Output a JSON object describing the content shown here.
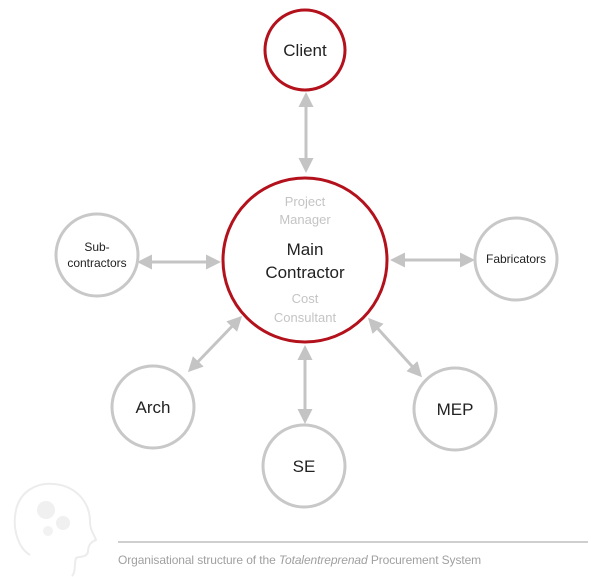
{
  "diagram": {
    "center": {
      "top_label_line1": "Project",
      "top_label_line2": "Manager",
      "title_line1": "Main",
      "title_line2": "Contractor",
      "bottom_label_line1": "Cost",
      "bottom_label_line2": "Consultant"
    },
    "nodes": {
      "client": "Client",
      "subcontractors_line1": "Sub-",
      "subcontractors_line2": "contractors",
      "fabricators": "Fabricators",
      "arch": "Arch",
      "mep": "MEP",
      "se": "SE"
    },
    "colors": {
      "highlight_stroke": "#b3121c",
      "node_stroke": "#c8c8c8",
      "arrow": "#c4c4c4"
    }
  },
  "caption": {
    "prefix": "Organisational structure of the ",
    "emphasis": "Totalentreprenad",
    "suffix": " Procurement System"
  },
  "logo": {
    "icon": "head-gears-icon"
  }
}
